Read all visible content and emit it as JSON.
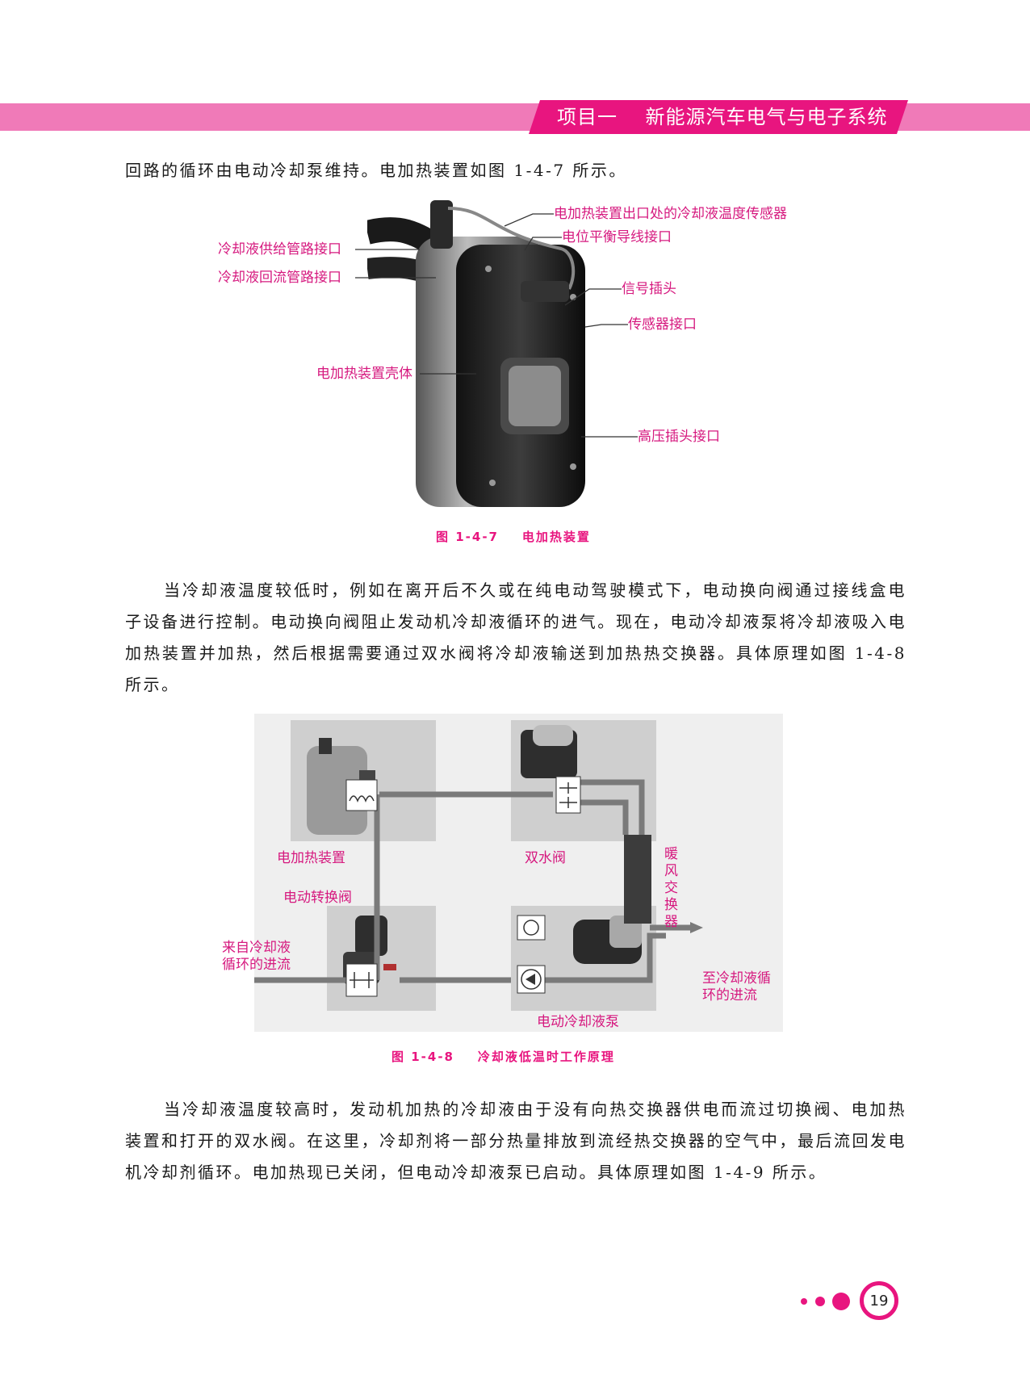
{
  "header": {
    "title": "项目一    新能源汽车电气与电子系统"
  },
  "paragraphs": {
    "p0": "回路的循环由电动冷却泵维持。电加热装置如图 1-4-7 所示。",
    "p1": "当冷却液温度较低时，例如在离开后不久或在纯电动驾驶模式下，电动换向阀通过接线盒电子设备进行控制。电动换向阀阻止发动机冷却液循环的进气。现在，电动冷却液泵将冷却液吸入电加热装置并加热，然后根据需要通过双水阀将冷却液输送到加热热交换器。具体原理如图 1-4-8 所示。",
    "p2": "当冷却液温度较高时，发动机加热的冷却液由于没有向热交换器供电而流过切换阀、电加热装置和打开的双水阀。在这里，冷却剂将一部分热量排放到流经热交换器的空气中，最后流回发电机冷却剂循环。电加热现已关闭，但电动冷却液泵已启动。具体原理如图 1-4-9 所示。"
  },
  "figure1": {
    "caption": "图 1-4-7    电加热装置",
    "labels": {
      "outlet_sensor": "电加热装置出口处的冷却液温度传感器",
      "potential": "电位平衡导线接口",
      "supply": "冷却液供给管路接口",
      "return": "冷却液回流管路接口",
      "signal": "信号插头",
      "sensor_port": "传感器接口",
      "housing": "电加热装置壳体",
      "hv_port": "高压插头接口"
    }
  },
  "figure2": {
    "caption": "图 1-4-8    冷却液低温时工作原理",
    "labels": {
      "heater": "电加热装置",
      "double_valve": "双水阀",
      "heater_core": "暖风交换器",
      "switch_valve": "电动转换阀",
      "inflow_1": "来自冷却液",
      "inflow_2": "循环的进流",
      "outflow_1": "至冷却液循",
      "outflow_2": "环的进流",
      "pump": "电动冷却液泵"
    }
  },
  "footer": {
    "page_number": "19"
  },
  "colors": {
    "accent": "#e8157f",
    "band": "#f07ab8",
    "label": "#d6197f"
  }
}
